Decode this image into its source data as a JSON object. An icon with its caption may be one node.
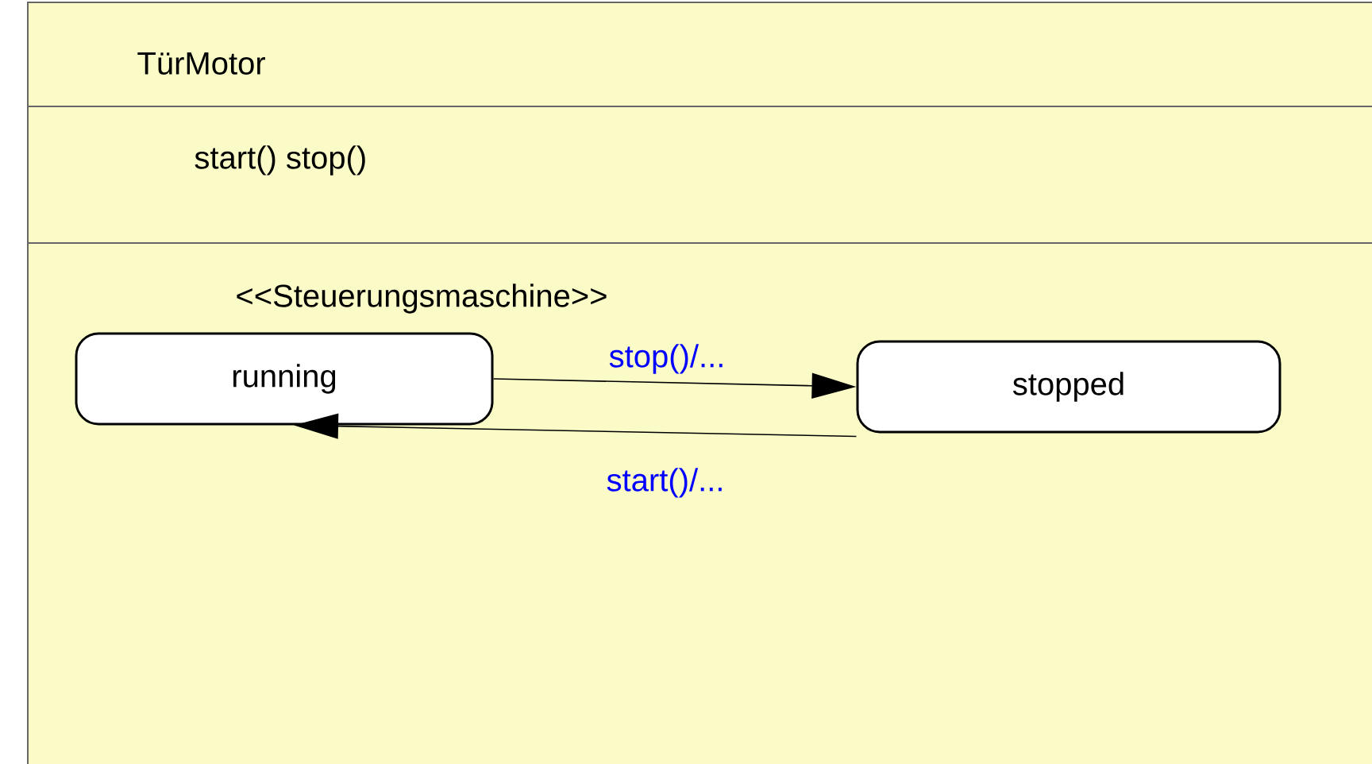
{
  "diagram": {
    "nodes": [
      {
        "text": [
          "TürMotor",
          "start()  stop()",
          "<<Steuerungsmaschine>>"
        ]
      },
      {
        "text": [
          "running"
        ],
        "in": 0
      },
      {
        "text": [
          "stopped"
        ],
        "in": 0
      }
    ],
    "edges": [
      {
        "from": 1,
        "to": 2,
        "arrow": "to",
        "label": "stop()/..."
      },
      {
        "from": 2,
        "to": 1,
        "arrow": "to",
        "label": "start()/..."
      }
    ]
  }
}
